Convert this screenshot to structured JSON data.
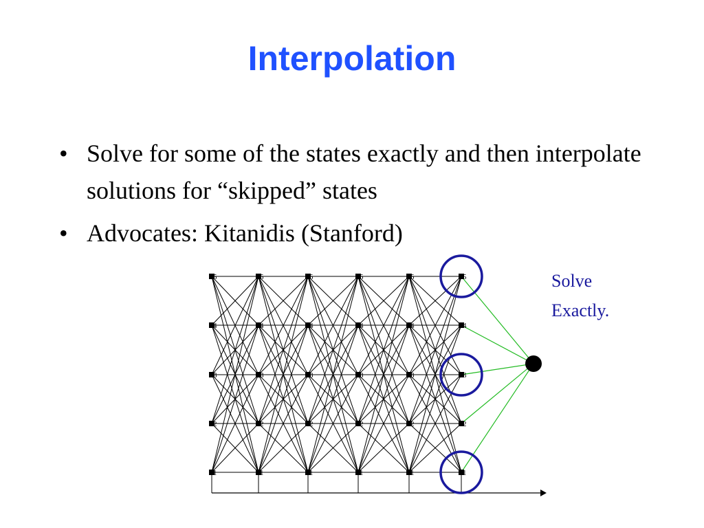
{
  "slide": {
    "title": "Interpolation",
    "bullets": [
      {
        "marker": "•",
        "text": "Solve for some of the states exactly and then interpolate solutions for “skipped” states"
      },
      {
        "marker": "•",
        "text": "Advocates: Kitanidis (Stanford)"
      }
    ]
  },
  "diagram": {
    "stage_count": 6,
    "state_labels": [
      "5",
      "4",
      "3",
      "2",
      "1"
    ],
    "circled_states": [
      "5",
      "3",
      "1"
    ],
    "annotation_lines": [
      "Solve",
      "Exactly."
    ],
    "colors": {
      "title": "#1f51ff",
      "circle": "#1a1a9e",
      "connector": "#22bb22",
      "annotation": "#1a1a9e",
      "network": "#000000"
    }
  }
}
